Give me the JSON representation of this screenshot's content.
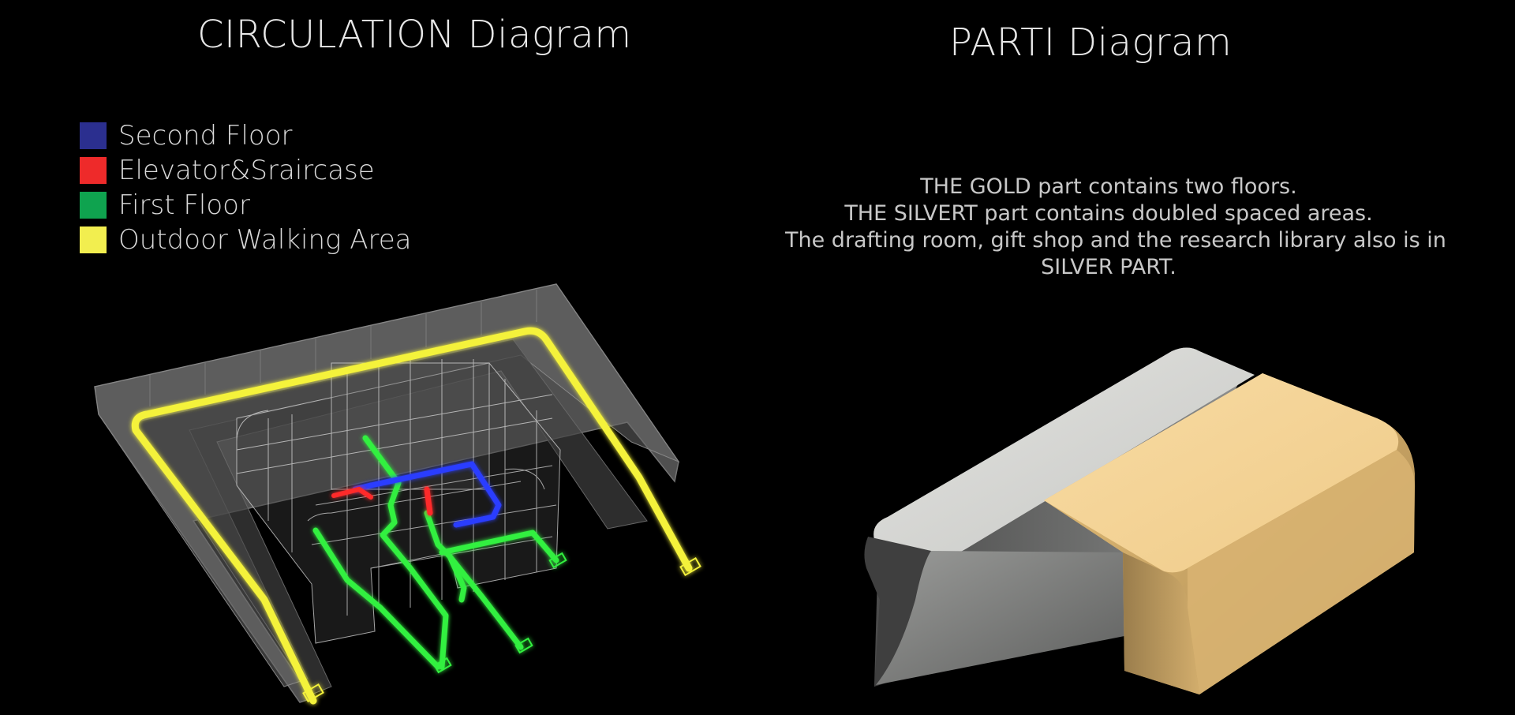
{
  "circulation": {
    "title": "CIRCULATION Diagram",
    "legend": [
      {
        "label": "Second Floor",
        "color": "#2b2f8f"
      },
      {
        "label": "Elevator&Sraircase",
        "color": "#ee2a2a"
      },
      {
        "label": "First Floor",
        "color": "#0fa34f"
      },
      {
        "label": "Outdoor Walking Area",
        "color": "#f2ee4f"
      }
    ],
    "path_colors": {
      "outdoor": "#f4f23a",
      "first_floor": "#33f03f",
      "second_floor": "#2a3cff",
      "stairs": "#ff2a2a"
    }
  },
  "parti": {
    "title": "PARTI Diagram",
    "description": [
      "THE GOLD part contains two floors.",
      "THE SILVERT part contains doubled spaced areas.",
      "The drafting room, gift shop and the research library also is in",
      "SILVER PART."
    ],
    "colors": {
      "silver": "#c9cac6",
      "gold": "#f2cf8e"
    }
  }
}
